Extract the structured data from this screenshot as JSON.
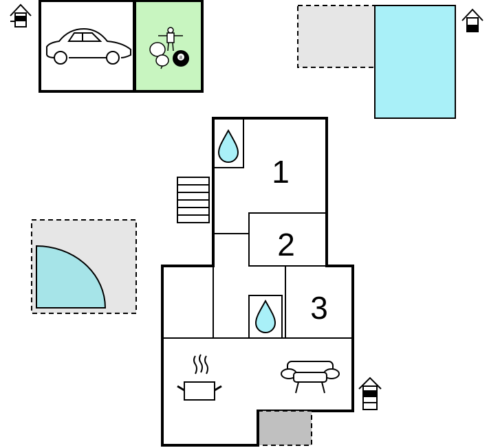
{
  "rooms": {
    "bedroom_1": {
      "number": "1"
    },
    "bedroom_2": {
      "number": "2"
    },
    "bedroom_3": {
      "number": "3"
    }
  },
  "colors": {
    "wall": "#000000",
    "terrace": "#e6e6e6",
    "pool": "#a9f0f8",
    "hot_tub": "#a6e4e8",
    "games_room": "#c8f5c0",
    "paved_area": "#c0c0c0",
    "water_drop": "#a9f0f8"
  },
  "icons": [
    "house-entrance-icon",
    "car-icon",
    "table-tennis-icon",
    "table-football-icon",
    "billiards-ball-icon",
    "shower-icon",
    "stairs-icon",
    "cooking-pot-icon",
    "sofa-icon"
  ]
}
